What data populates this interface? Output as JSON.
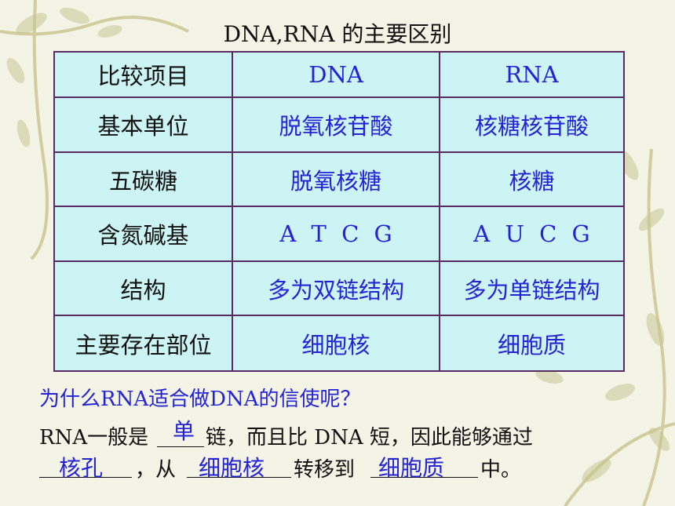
{
  "title": "DNA,RNA 的主要区别",
  "table": {
    "header": [
      "比较项目",
      "DNA",
      "RNA"
    ],
    "rows": [
      {
        "label": "基本单位",
        "dna": "脱氧核苷酸",
        "rna": "核糖核苷酸"
      },
      {
        "label": "五碳糖",
        "dna": "脱氧核糖",
        "rna": "核糖"
      },
      {
        "label": "含氮碱基",
        "dna": "A T C G",
        "rna": "A U C G"
      },
      {
        "label": "结构",
        "dna": "多为双链结构",
        "rna": "多为单链结构"
      },
      {
        "label": "主要存在部位",
        "dna": "细胞核",
        "rna": "细胞质"
      }
    ]
  },
  "question": "为什么RNA适合做DNA的信使呢？",
  "fill": {
    "line1_prefix": "RNA一般是",
    "line1_suffix": "链，而且比 DNA 短，因此能够通过",
    "line2_comma": "，从",
    "line2_mid": "转移到",
    "line2_end": "中。",
    "answers": [
      "单",
      "核孔",
      "细胞核",
      "细胞质"
    ]
  },
  "colors": {
    "table_bg": "#cdf4f4",
    "border": "#5a2b63",
    "answer": "#2424d6"
  }
}
